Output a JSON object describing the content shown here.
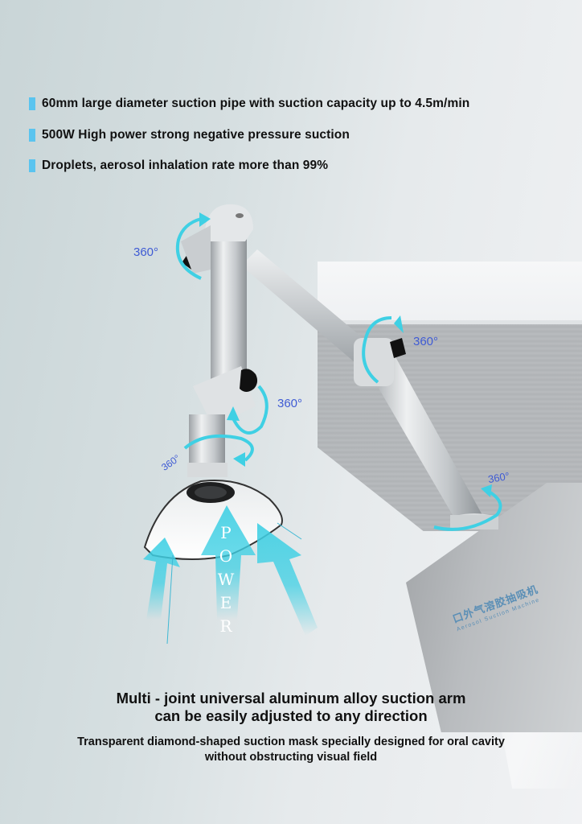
{
  "features": [
    {
      "icon": "blue-square-bullet-icon",
      "text": "60mm large diameter suction pipe with suction capacity up to 4.5m/min"
    },
    {
      "icon": "blue-square-bullet-icon",
      "text": "500W High power strong negative pressure suction"
    },
    {
      "icon": "blue-square-bullet-icon",
      "text": "Droplets, aerosol inhalation rate more than 99%"
    }
  ],
  "rotation_labels": {
    "top_joint": "360°",
    "upper_right_joint": "360°",
    "middle_joint": "360°",
    "mask_joint": "360°",
    "base_joint": "360°"
  },
  "power_arrow": {
    "letters": [
      "P",
      "O",
      "W",
      "E",
      "R"
    ]
  },
  "cabinet": {
    "label_zh": "口外气溶胶抽吸机",
    "label_en": "Aerosol Suction Machine"
  },
  "captions": {
    "headline_line1": "Multi - joint universal aluminum alloy suction arm",
    "headline_line2": "can be easily adjusted to any direction",
    "subline_line1": "Transparent diamond-shaped suction mask specially designed for oral cavity",
    "subline_line2": "without obstructing visual field"
  },
  "colors": {
    "accent_cyan": "#3fd0e4",
    "bullet_blue": "#5ac4ef",
    "degree_text": "#3f5bd4",
    "text": "#111111"
  }
}
